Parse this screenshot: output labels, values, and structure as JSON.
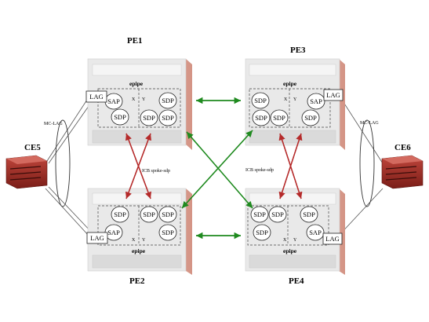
{
  "routers": [
    {
      "id": "pe1",
      "label": "PE1",
      "service": "epipe",
      "lag": "LAG",
      "left": [
        "SAP",
        "SDP"
      ],
      "right": [
        "SDP",
        "SDP"
      ],
      "mark_left": "X",
      "mark_right": "Y"
    },
    {
      "id": "pe3",
      "label": "PE3",
      "service": "epipe",
      "lag": "LAG",
      "left": [
        "SDP",
        "SDP"
      ],
      "right": [
        "SAP",
        "SDP"
      ],
      "mark_left": "X",
      "mark_right": "Y"
    },
    {
      "id": "pe2",
      "label": "PE2",
      "service": "epipe",
      "lag": "LAG",
      "left": [
        "SDP",
        "SAP"
      ],
      "right": [
        "SDP",
        "SDP"
      ],
      "mark_left": "X",
      "mark_right": "Y"
    },
    {
      "id": "pe4",
      "label": "PE4",
      "service": "epipe",
      "lag": "LAG",
      "left": [
        "SDP",
        "SDP"
      ],
      "right": [
        "SDP",
        "SAP"
      ],
      "mark_left": "X",
      "mark_right": "Y"
    }
  ],
  "customer_edges": [
    {
      "id": "ce5",
      "label": "CE5",
      "mclag": "MC-LAG"
    },
    {
      "id": "ce6",
      "label": "CE6",
      "mclag": "MC-LAG"
    }
  ],
  "icb_labels": [
    "ICB spoke-sdp",
    "ICB spoke-sdp"
  ],
  "colors": {
    "green_link": "#1f8a1f",
    "red_link": "#b52a2a",
    "chassis": "#e9e9e9",
    "chassis_shadow": "#d8a79c",
    "ce_body": "#9a2a22"
  }
}
